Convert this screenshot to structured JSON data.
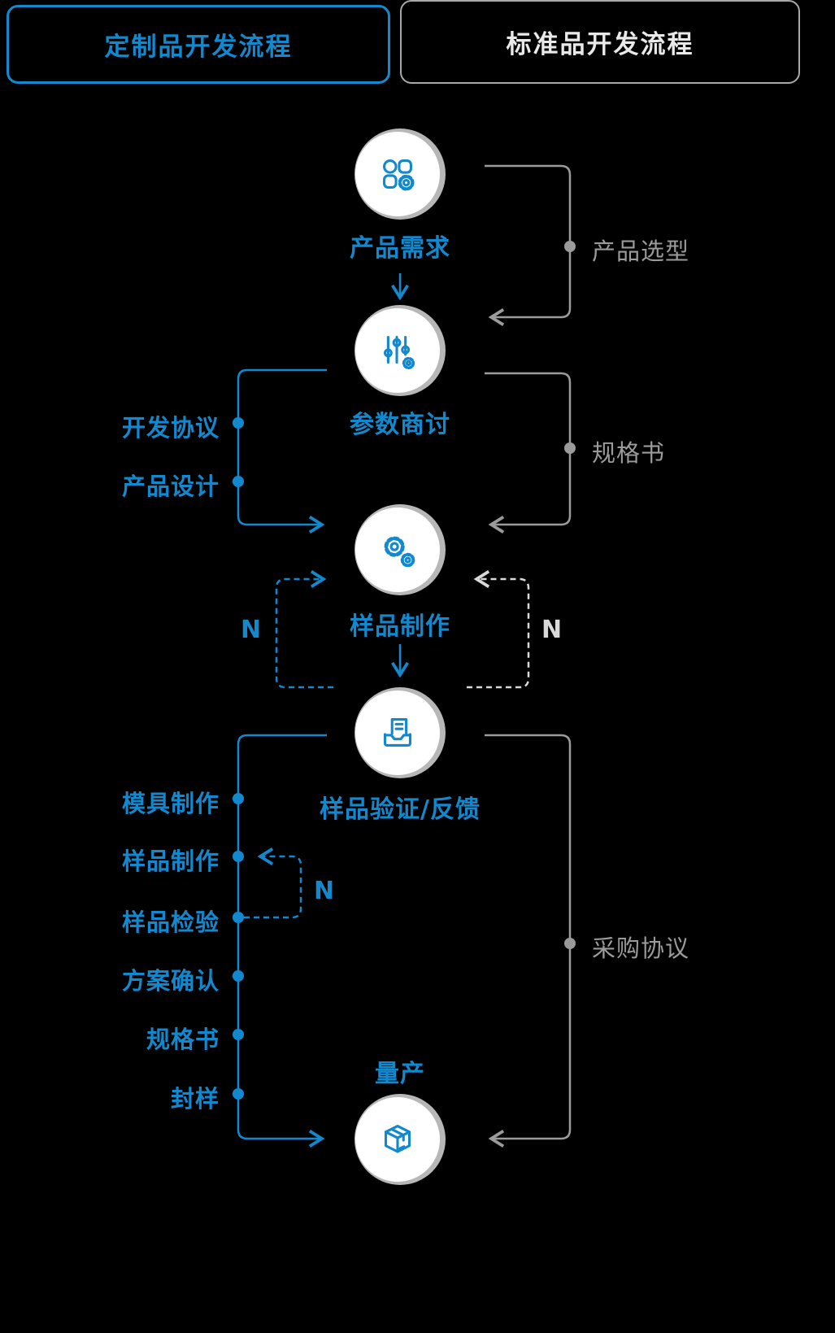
{
  "colors": {
    "blue": "#1289ce",
    "gray": "#9b9b9b",
    "light_dash": "#d9d9d9",
    "circle_fill": "#ffffff",
    "ring": "#b7b7b7",
    "background": "#000000"
  },
  "tabs": [
    {
      "label": "定制品开发流程",
      "active": true
    },
    {
      "label": "标准品开发流程",
      "active": false
    }
  ],
  "flow_nodes": [
    {
      "label": "产品需求",
      "icon": "clover-gear-icon"
    },
    {
      "label": "参数商讨",
      "icon": "sliders-icon"
    },
    {
      "label": "样品制作",
      "icon": "gears-icon"
    },
    {
      "label": "样品验证/反馈",
      "icon": "inbox-document-icon"
    },
    {
      "label": "量产",
      "icon": "package-icon"
    }
  ],
  "left_annotations": {
    "group1": [
      "开发协议",
      "产品设计"
    ],
    "group2": [
      "模具制作",
      "样品制作",
      "样品检验",
      "方案确认",
      "规格书",
      "封样"
    ]
  },
  "right_annotations": [
    "产品选型",
    "规格书",
    "采购协议"
  ],
  "loop_labels": {
    "left": "N",
    "right": "N",
    "inner": "N"
  }
}
